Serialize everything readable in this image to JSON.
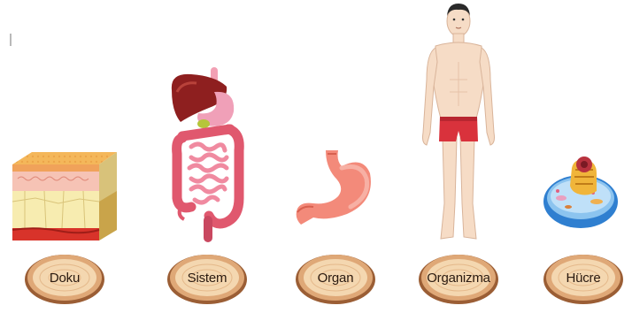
{
  "labels": {
    "doku": "Doku",
    "sistem": "Sistem",
    "organ": "Organ",
    "organizma": "Organizma",
    "hucre": "Hücre"
  },
  "illustrations": {
    "doku": "tissue-layers-image",
    "sistem": "digestive-system-image",
    "organ": "stomach-image",
    "organizma": "human-body-image",
    "hucre": "animal-cell-image"
  },
  "colors": {
    "wood_light": "#f4d7b0",
    "wood_mid": "#dfa877",
    "wood_dark": "#a8693f",
    "text": "#2a1a10"
  }
}
